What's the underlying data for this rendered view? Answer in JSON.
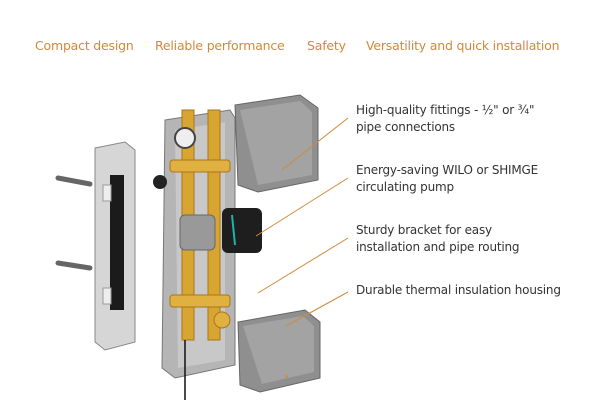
{
  "tabs": [
    {
      "label": "Compact design"
    },
    {
      "label": "Reliable performance"
    },
    {
      "label": "Safety"
    },
    {
      "label": "Versatility and quick installation"
    }
  ],
  "features": [
    {
      "line1": "High-quality fittings - ½\" or ¾\"",
      "line2": "pipe connections"
    },
    {
      "line1": "Energy-saving WILO or SHIMGE",
      "line2": "circulating pump"
    },
    {
      "line1": "Sturdy bracket for easy",
      "line2": "installation and pipe routing"
    },
    {
      "line1": "Durable thermal insulation housing",
      "line2": ""
    }
  ],
  "colors": {
    "accent": "#d08a3a",
    "text": "#333333",
    "brass": "#d9a531",
    "housing": "#9a9a9a"
  }
}
